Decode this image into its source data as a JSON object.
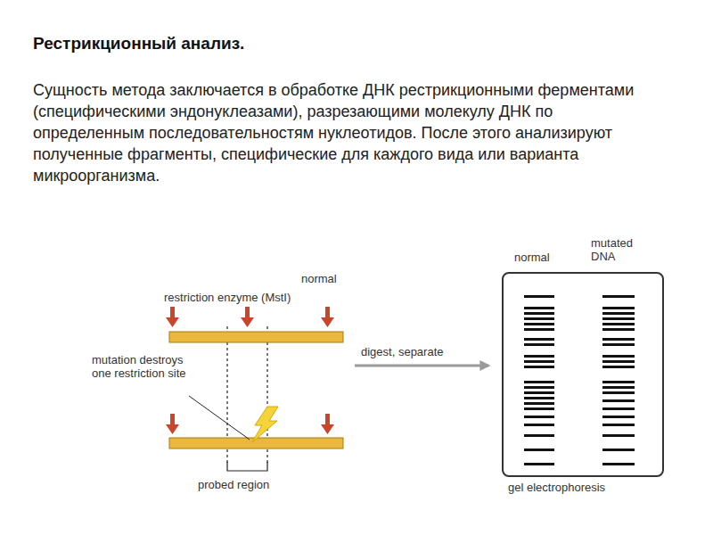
{
  "diagram": {
    "title": "Рестрикционный анализ.",
    "nodes": [
      {
        "text": [
          "normal",
          "mutated DNA",
          "gel electrophoresis"
        ]
      }
    ],
    "labels": [
      "Сущность метода заключается в обработке ДНК рестрикционными ферментами (специфическими эндонуклеазами), разрезающими молекулу ДНК по определенным последовательностям нуклеотидов. После этого анализируют полученные фрагменты, специфические для каждого вида или варианта микроорганизма.",
      "normal",
      "restriction enzyme (MstI)",
      "mutation destroys one restriction site",
      "probed region",
      "digest, separate"
    ]
  }
}
